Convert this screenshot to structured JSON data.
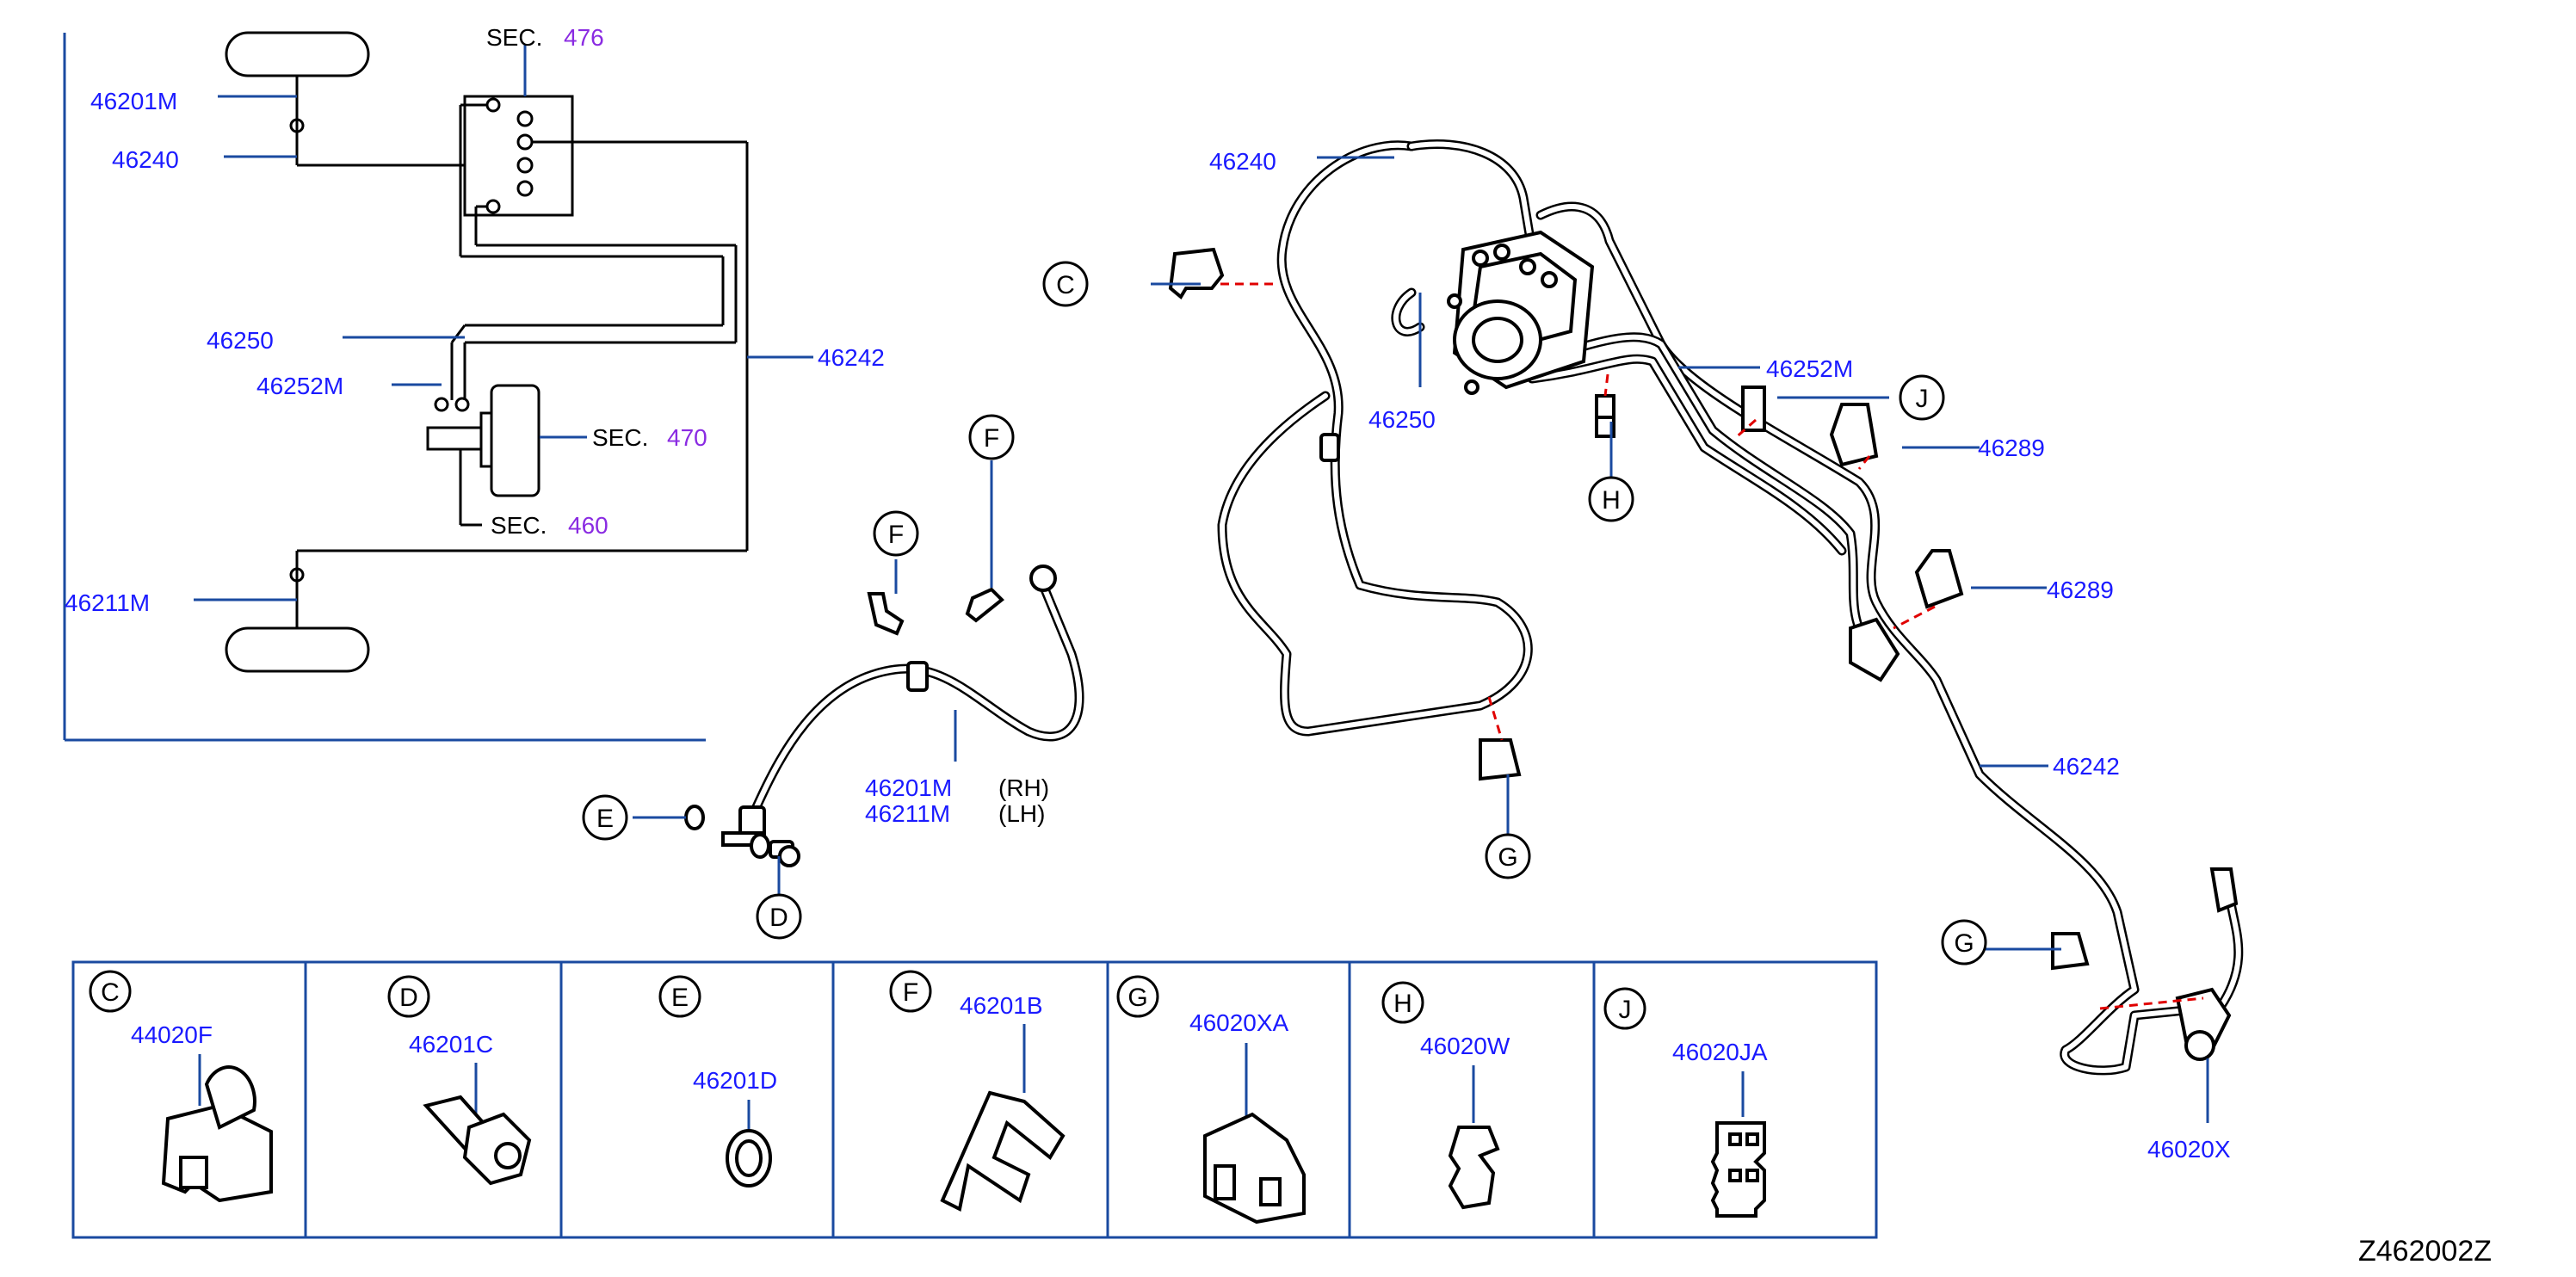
{
  "schematic": {
    "labels": {
      "front_hose": "46201M",
      "front_pipe": "46240",
      "pipe_46250": "46250",
      "pipe_46252m": "46252M",
      "pipe_46242": "46242",
      "rear_hose": "46211M"
    },
    "sec_refs": [
      {
        "prefix": "SEC.",
        "number": "476"
      },
      {
        "prefix": "SEC.",
        "number": "470"
      },
      {
        "prefix": "SEC.",
        "number": "460"
      }
    ]
  },
  "hose_assembly": {
    "part_rh": "46201M",
    "side_rh": "(RH)",
    "part_lh": "46211M",
    "side_lh": "(LH)"
  },
  "pipe_labels": {
    "p46240": "46240",
    "p46250": "46250",
    "p46252m": "46252M",
    "p46289_a": "46289",
    "p46289_b": "46289",
    "p46242": "46242",
    "p46020x": "46020X"
  },
  "callouts": {
    "C": "C",
    "D": "D",
    "E": "E",
    "F1": "F",
    "F2": "F",
    "G1": "G",
    "G2": "G",
    "H": "H",
    "J": "J"
  },
  "parts_table": [
    {
      "letter": "C",
      "part": "44020F"
    },
    {
      "letter": "D",
      "part": "46201C"
    },
    {
      "letter": "E",
      "part": "46201D"
    },
    {
      "letter": "F",
      "part": "46201B"
    },
    {
      "letter": "G",
      "part": "46020XA"
    },
    {
      "letter": "H",
      "part": "46020W"
    },
    {
      "letter": "J",
      "part": "46020JA"
    }
  ],
  "diagram_code": "Z462002Z",
  "colors": {
    "part_number": "#1a1aff",
    "section_ref": "#8a2be2",
    "leader": "#1a4aa0",
    "dashed_link": "#e00000"
  }
}
